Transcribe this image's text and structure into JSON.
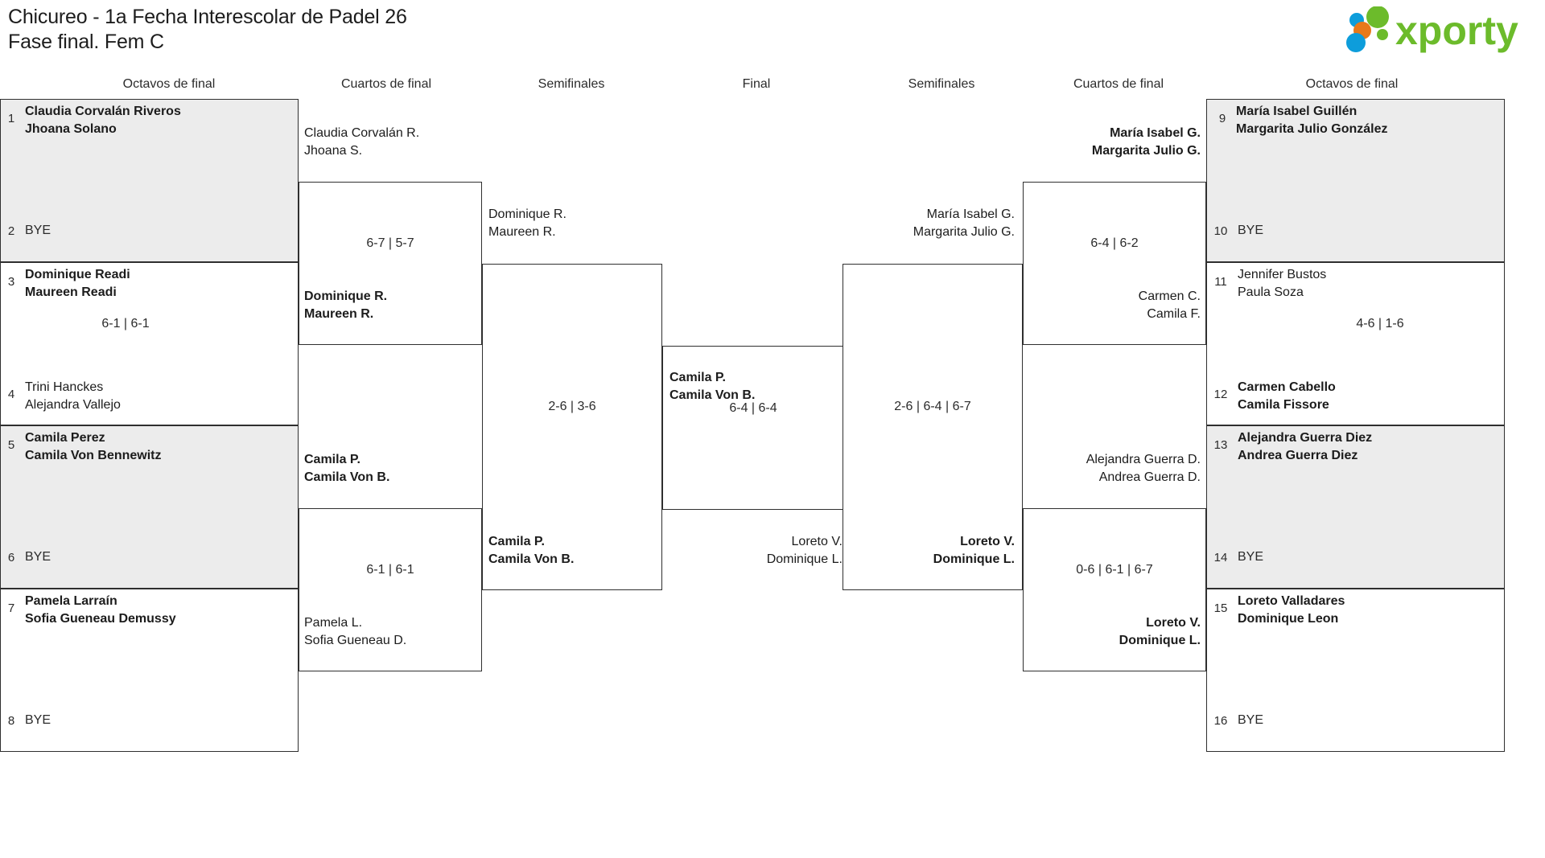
{
  "header": {
    "title_line1": "Chicureo - 1a Fecha Interescolar de Padel 26",
    "title_line2": "Fase final. Fem C",
    "logo_text": "xporty",
    "logo_colors": {
      "green": "#6cbb2b",
      "blue": "#0d9ddb",
      "orange": "#e8791a"
    }
  },
  "round_labels": {
    "left_r16": "Octavos de final",
    "left_qf": "Cuartos de final",
    "left_sf": "Semifinales",
    "final": "Final",
    "right_sf": "Semifinales",
    "right_qf": "Cuartos de final",
    "right_r16": "Octavos de final"
  },
  "left": {
    "r16": [
      {
        "seed_top": "1",
        "top_line1": "Claudia Corvalán Riveros",
        "top_line2": "Jhoana Solano",
        "top_winner": true,
        "seed_bottom": "2",
        "bottom_line1": "BYE",
        "bottom_line2": "",
        "bottom_winner": false,
        "score": "",
        "shaded": true
      },
      {
        "seed_top": "3",
        "top_line1": "Dominique Readi",
        "top_line2": "Maureen Readi",
        "top_winner": true,
        "seed_bottom": "4",
        "bottom_line1": "Trini Hanckes",
        "bottom_line2": "Alejandra Vallejo",
        "bottom_winner": false,
        "score": "6-1 | 6-1",
        "shaded": false
      },
      {
        "seed_top": "5",
        "top_line1": "Camila Perez",
        "top_line2": "Camila Von Bennewitz",
        "top_winner": true,
        "seed_bottom": "6",
        "bottom_line1": "BYE",
        "bottom_line2": "",
        "bottom_winner": false,
        "score": "",
        "shaded": true
      },
      {
        "seed_top": "7",
        "top_line1": "Pamela Larraín",
        "top_line2": "Sofia Gueneau Demussy",
        "top_winner": true,
        "seed_bottom": "8",
        "bottom_line1": "BYE",
        "bottom_line2": "",
        "bottom_winner": false,
        "score": "",
        "shaded": false
      }
    ],
    "qf": [
      {
        "top_line1": "Claudia Corvalán R.",
        "top_line2": "Jhoana S.",
        "top_winner": false,
        "bottom_line1": "Dominique R.",
        "bottom_line2": "Maureen R.",
        "bottom_winner": true,
        "score": "6-7 | 5-7"
      },
      {
        "top_line1": "Camila P.",
        "top_line2": "Camila Von B.",
        "top_winner": true,
        "bottom_line1": "Pamela L.",
        "bottom_line2": "Sofia Gueneau D.",
        "bottom_winner": false,
        "score": "6-1 | 6-1"
      }
    ],
    "sf": [
      {
        "top_line1": "Dominique R.",
        "top_line2": "Maureen R.",
        "top_winner": false,
        "bottom_line1": "Camila P.",
        "bottom_line2": "Camila Von B.",
        "bottom_winner": true,
        "score": "2-6 | 3-6"
      }
    ]
  },
  "final": {
    "top_line1": "Camila P.",
    "top_line2": "Camila Von B.",
    "top_winner": true,
    "bottom_line1": "Loreto V.",
    "bottom_line2": "Dominique L.",
    "bottom_winner": false,
    "score": "6-4 | 6-4"
  },
  "right": {
    "sf": [
      {
        "top_line1": "María Isabel G.",
        "top_line2": "Margarita Julio G.",
        "top_winner": false,
        "bottom_line1": "Loreto V.",
        "bottom_line2": "Dominique L.",
        "bottom_winner": true,
        "score": "2-6 | 6-4 | 6-7"
      }
    ],
    "qf": [
      {
        "top_line1": "María Isabel G.",
        "top_line2": "Margarita Julio G.",
        "top_winner": true,
        "bottom_line1": "Carmen C.",
        "bottom_line2": "Camila F.",
        "bottom_winner": false,
        "score": "6-4 | 6-2"
      },
      {
        "top_line1": "Alejandra Guerra D.",
        "top_line2": "Andrea Guerra D.",
        "top_winner": false,
        "bottom_line1": "Loreto V.",
        "bottom_line2": "Dominique L.",
        "bottom_winner": true,
        "score": "0-6 | 6-1 | 6-7"
      }
    ],
    "r16": [
      {
        "seed_top": "9",
        "top_line1": "María Isabel Guillén",
        "top_line2": "Margarita Julio González",
        "top_winner": true,
        "seed_bottom": "10",
        "bottom_line1": "BYE",
        "bottom_line2": "",
        "bottom_winner": false,
        "score": "",
        "shaded": true
      },
      {
        "seed_top": "11",
        "top_line1": "Jennifer Bustos",
        "top_line2": "Paula Soza",
        "top_winner": false,
        "seed_bottom": "12",
        "bottom_line1": "Carmen Cabello",
        "bottom_line2": "Camila Fissore",
        "bottom_winner": true,
        "score": "4-6 | 1-6",
        "shaded": false
      },
      {
        "seed_top": "13",
        "top_line1": "Alejandra Guerra Diez",
        "top_line2": "Andrea Guerra Diez",
        "top_winner": true,
        "seed_bottom": "14",
        "bottom_line1": "BYE",
        "bottom_line2": "",
        "bottom_winner": false,
        "score": "",
        "shaded": true
      },
      {
        "seed_top": "15",
        "top_line1": "Loreto Valladares",
        "top_line2": "Dominique Leon",
        "top_winner": true,
        "seed_bottom": "16",
        "bottom_line1": "BYE",
        "bottom_line2": "",
        "bottom_winner": false,
        "score": "",
        "shaded": false
      }
    ]
  }
}
